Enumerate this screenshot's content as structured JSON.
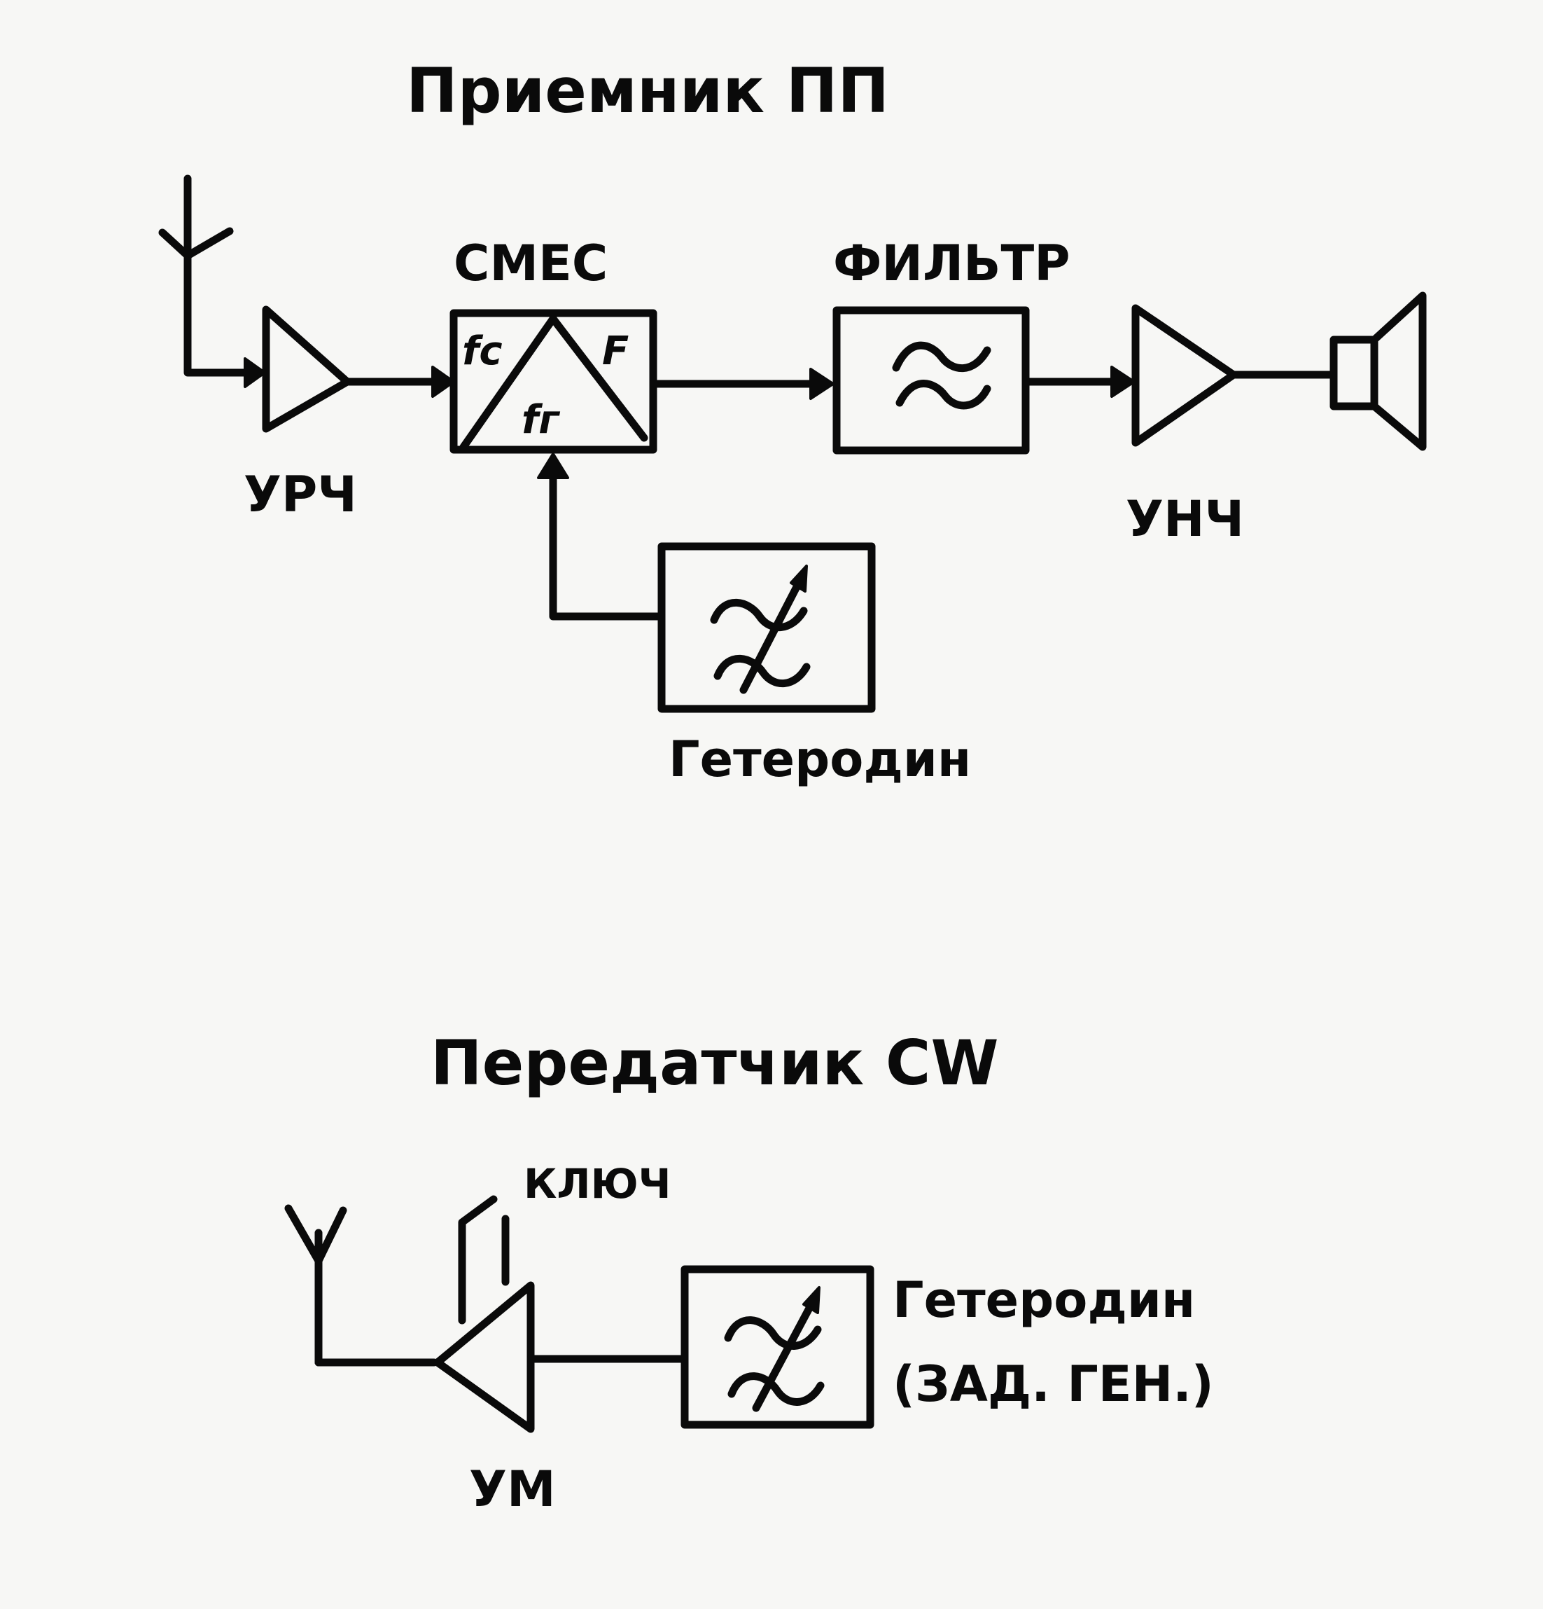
{
  "receiver": {
    "title": "Приемник ПП",
    "mixer_label": "СМЕС",
    "mixer_fc": "fc",
    "mixer_fg": "fг",
    "mixer_f": "F",
    "filter_label": "ФИЛЬТР",
    "rf_amp_label": "УРЧ",
    "af_amp_label": "УНЧ",
    "lo_label": "Гетеродин"
  },
  "transmitter": {
    "title": "Передатчик CW",
    "key_label": "КЛЮЧ",
    "pa_label": "УМ",
    "lo_label": "Гетеродин",
    "lo_sublabel": "(ЗАД. ГЕН.)"
  },
  "colors": {
    "ink": "#0a0a0a",
    "paper": "#f7f7f5"
  }
}
